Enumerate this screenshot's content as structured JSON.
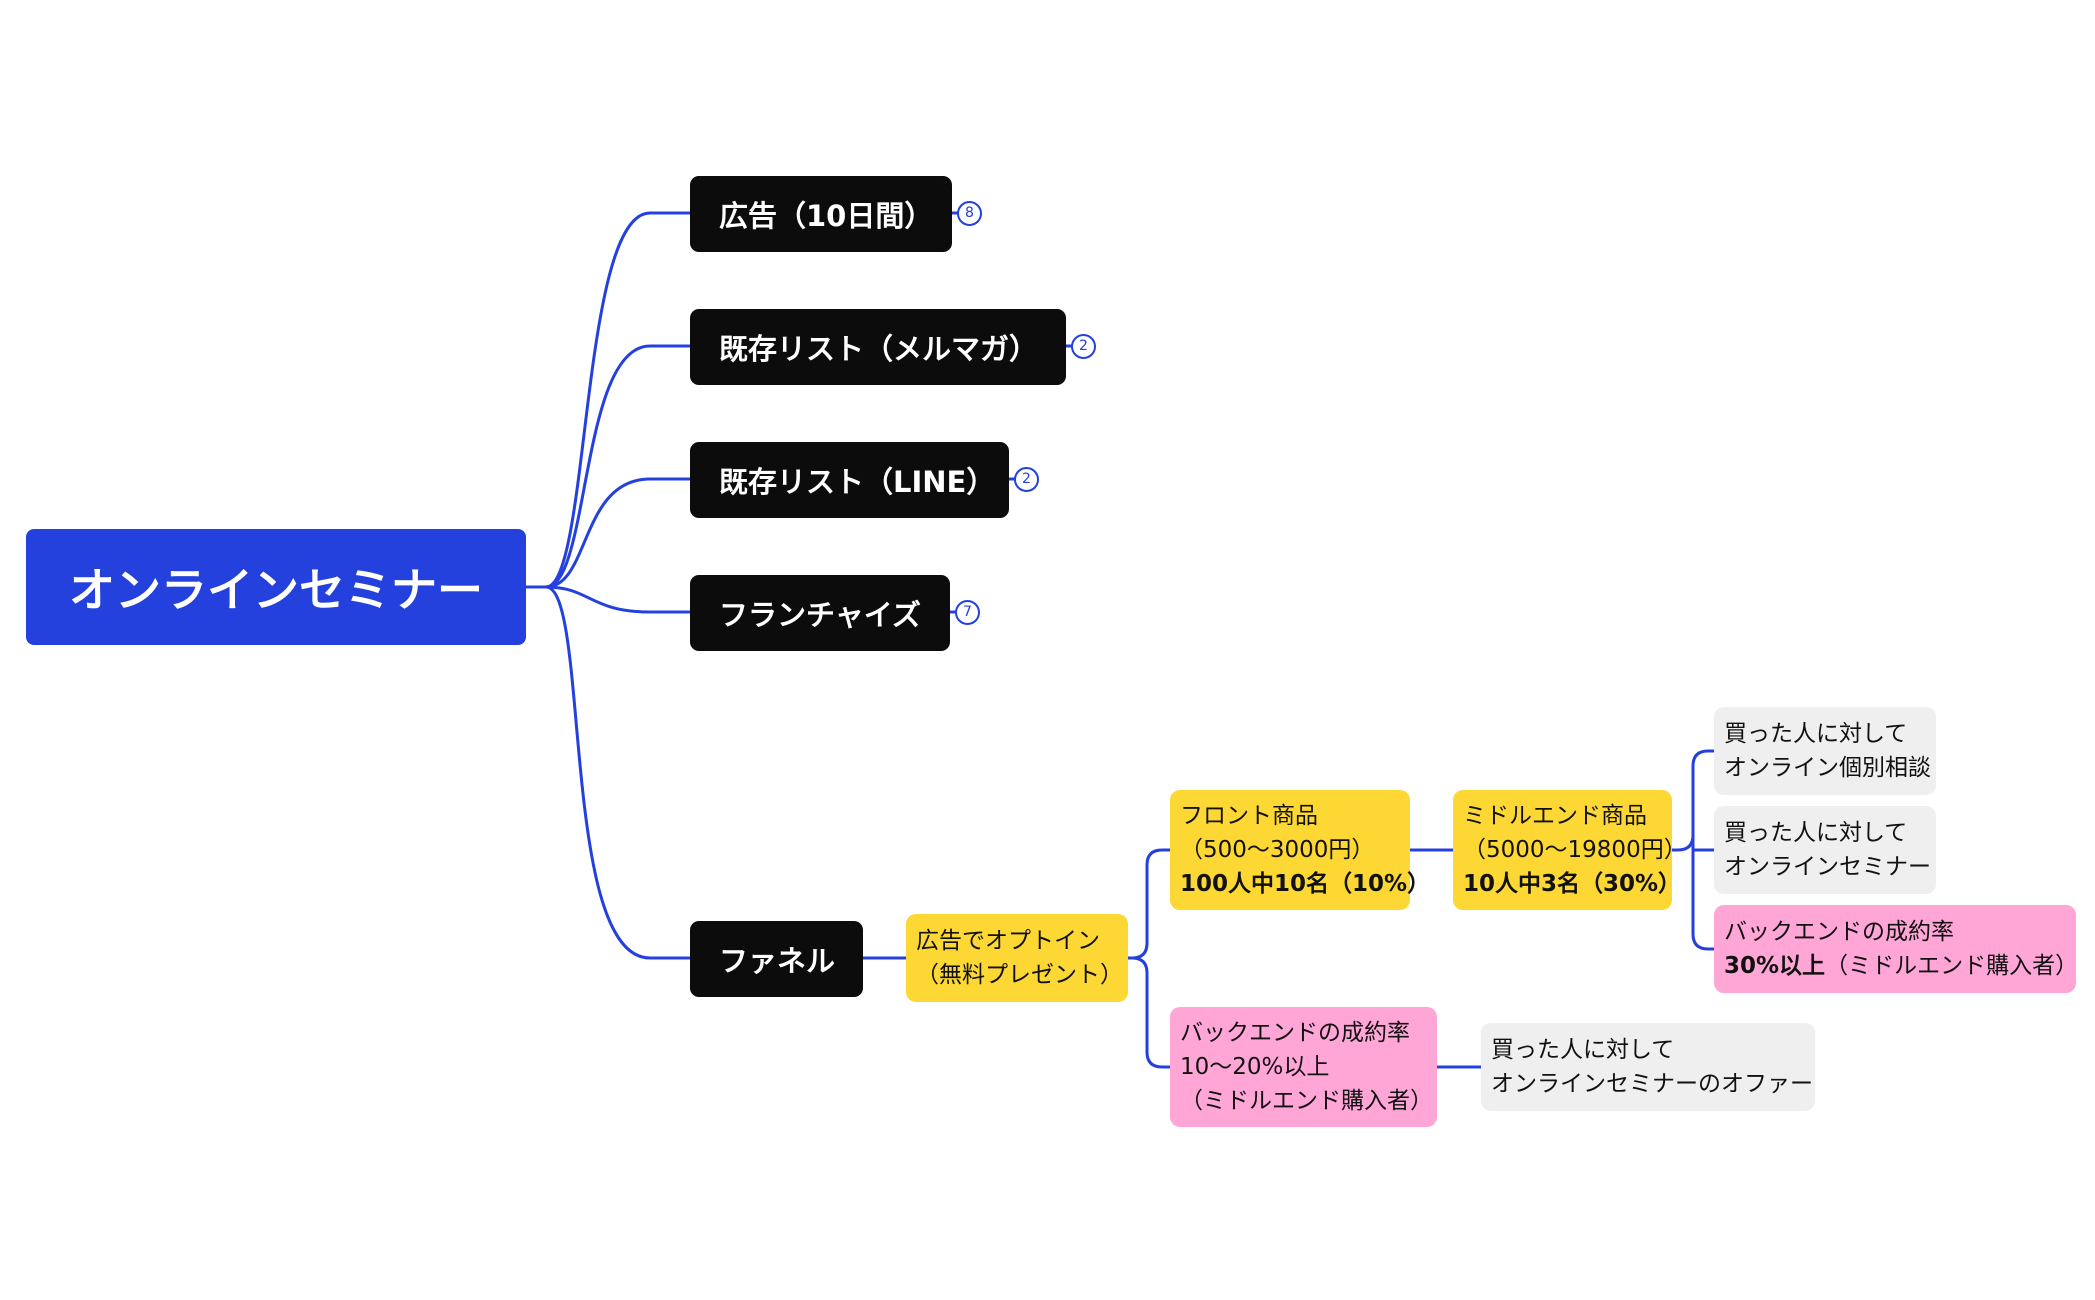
{
  "colors": {
    "root": "#2440dd",
    "main_node": "#0c0c0c",
    "edge": "#2440dd",
    "yellow": "#fdd835",
    "pink": "#ffa6d6",
    "gray": "#efefef"
  },
  "root": {
    "label": "オンラインセミナー"
  },
  "branches": [
    {
      "label": "広告（10日間）",
      "badge": "8"
    },
    {
      "label": "既存リスト（メルマガ）",
      "badge": "2"
    },
    {
      "label": "既存リスト（LINE）",
      "badge": "2"
    },
    {
      "label": "フランチャイズ",
      "badge": "7"
    },
    {
      "label": "ファネル"
    }
  ],
  "funnel": {
    "optin": {
      "line1": "広告でオプトイン",
      "line2": "（無料プレゼント）"
    },
    "front": {
      "line1": "フロント商品",
      "line2": "（500〜3000円）",
      "line3": "100人中10名（10%）"
    },
    "middle": {
      "line1": "ミドルエンド商品",
      "line2": "（5000〜19800円）",
      "line3": "10人中3名（30%）"
    },
    "middle_children": [
      {
        "line1": "買った人に対して",
        "line2": "オンライン個別相談"
      },
      {
        "line1": "買った人に対して",
        "line2": "オンラインセミナー"
      },
      {
        "line1": "バックエンドの成約率",
        "line2_bold": "30%以上",
        "line2_rest": "（ミドルエンド購入者）"
      }
    ],
    "backend": {
      "line1": "バックエンドの成約率",
      "line2": "10〜20%以上",
      "line3": "（ミドルエンド購入者）"
    },
    "backend_child": {
      "line1": "買った人に対して",
      "line2": "オンラインセミナーのオファー"
    }
  }
}
